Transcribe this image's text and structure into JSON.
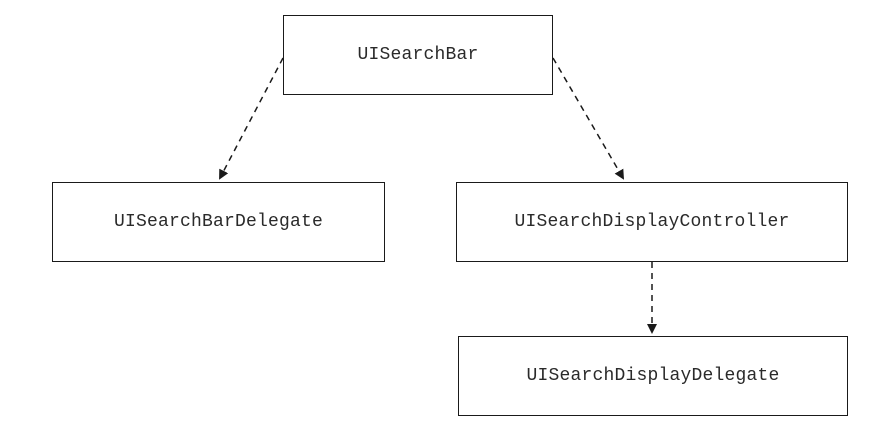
{
  "diagram": {
    "nodes": [
      {
        "id": "searchbar",
        "label": "UISearchBar"
      },
      {
        "id": "delegate",
        "label": "UISearchBarDelegate"
      },
      {
        "id": "controller",
        "label": "UISearchDisplayController"
      },
      {
        "id": "display_delegate",
        "label": "UISearchDisplayDelegate"
      }
    ],
    "edges": [
      {
        "from": "searchbar",
        "to": "delegate",
        "style": "dashed",
        "arrow": "end"
      },
      {
        "from": "searchbar",
        "to": "controller",
        "style": "dashed",
        "arrow": "end"
      },
      {
        "from": "controller",
        "to": "display_delegate",
        "style": "dashed",
        "arrow": "end"
      }
    ],
    "colors": {
      "stroke": "#1a1a1a",
      "text": "#2a2a2a",
      "background": "#ffffff"
    }
  }
}
